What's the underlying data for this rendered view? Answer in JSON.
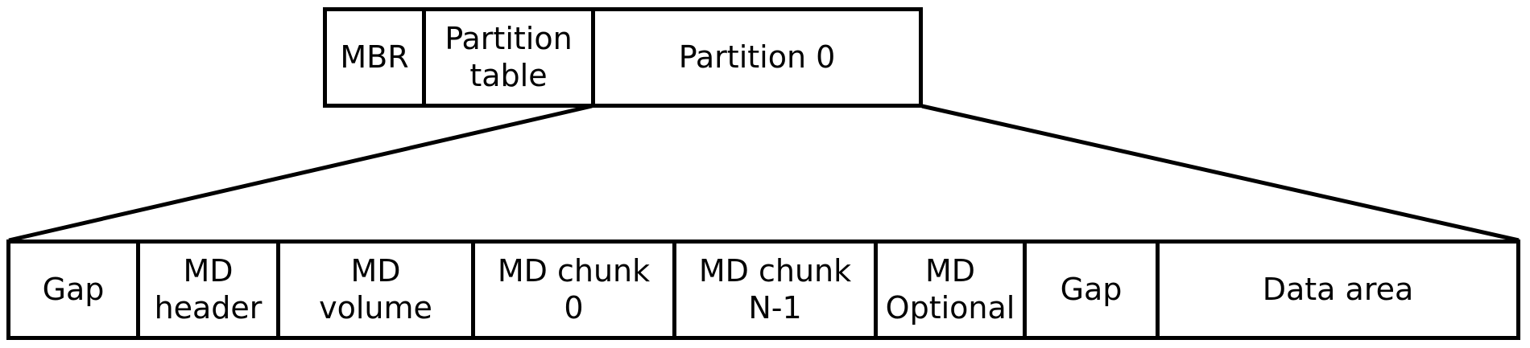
{
  "diagram": {
    "colors": {
      "background": "#ffffff",
      "line": "#000000",
      "text": "#000000"
    },
    "top_row": {
      "cells": [
        {
          "label": "MBR"
        },
        {
          "label": "Partition\ntable"
        },
        {
          "label": "Partition 0"
        }
      ]
    },
    "bottom_row": {
      "cells": [
        {
          "label": "Gap"
        },
        {
          "label": "MD\nheader"
        },
        {
          "label": "MD\nvolume"
        },
        {
          "label": "MD chunk\n0"
        },
        {
          "label": "MD chunk\nN-1"
        },
        {
          "label": "MD\nOptional"
        },
        {
          "label": "Gap"
        },
        {
          "label": "Data area"
        }
      ]
    }
  }
}
